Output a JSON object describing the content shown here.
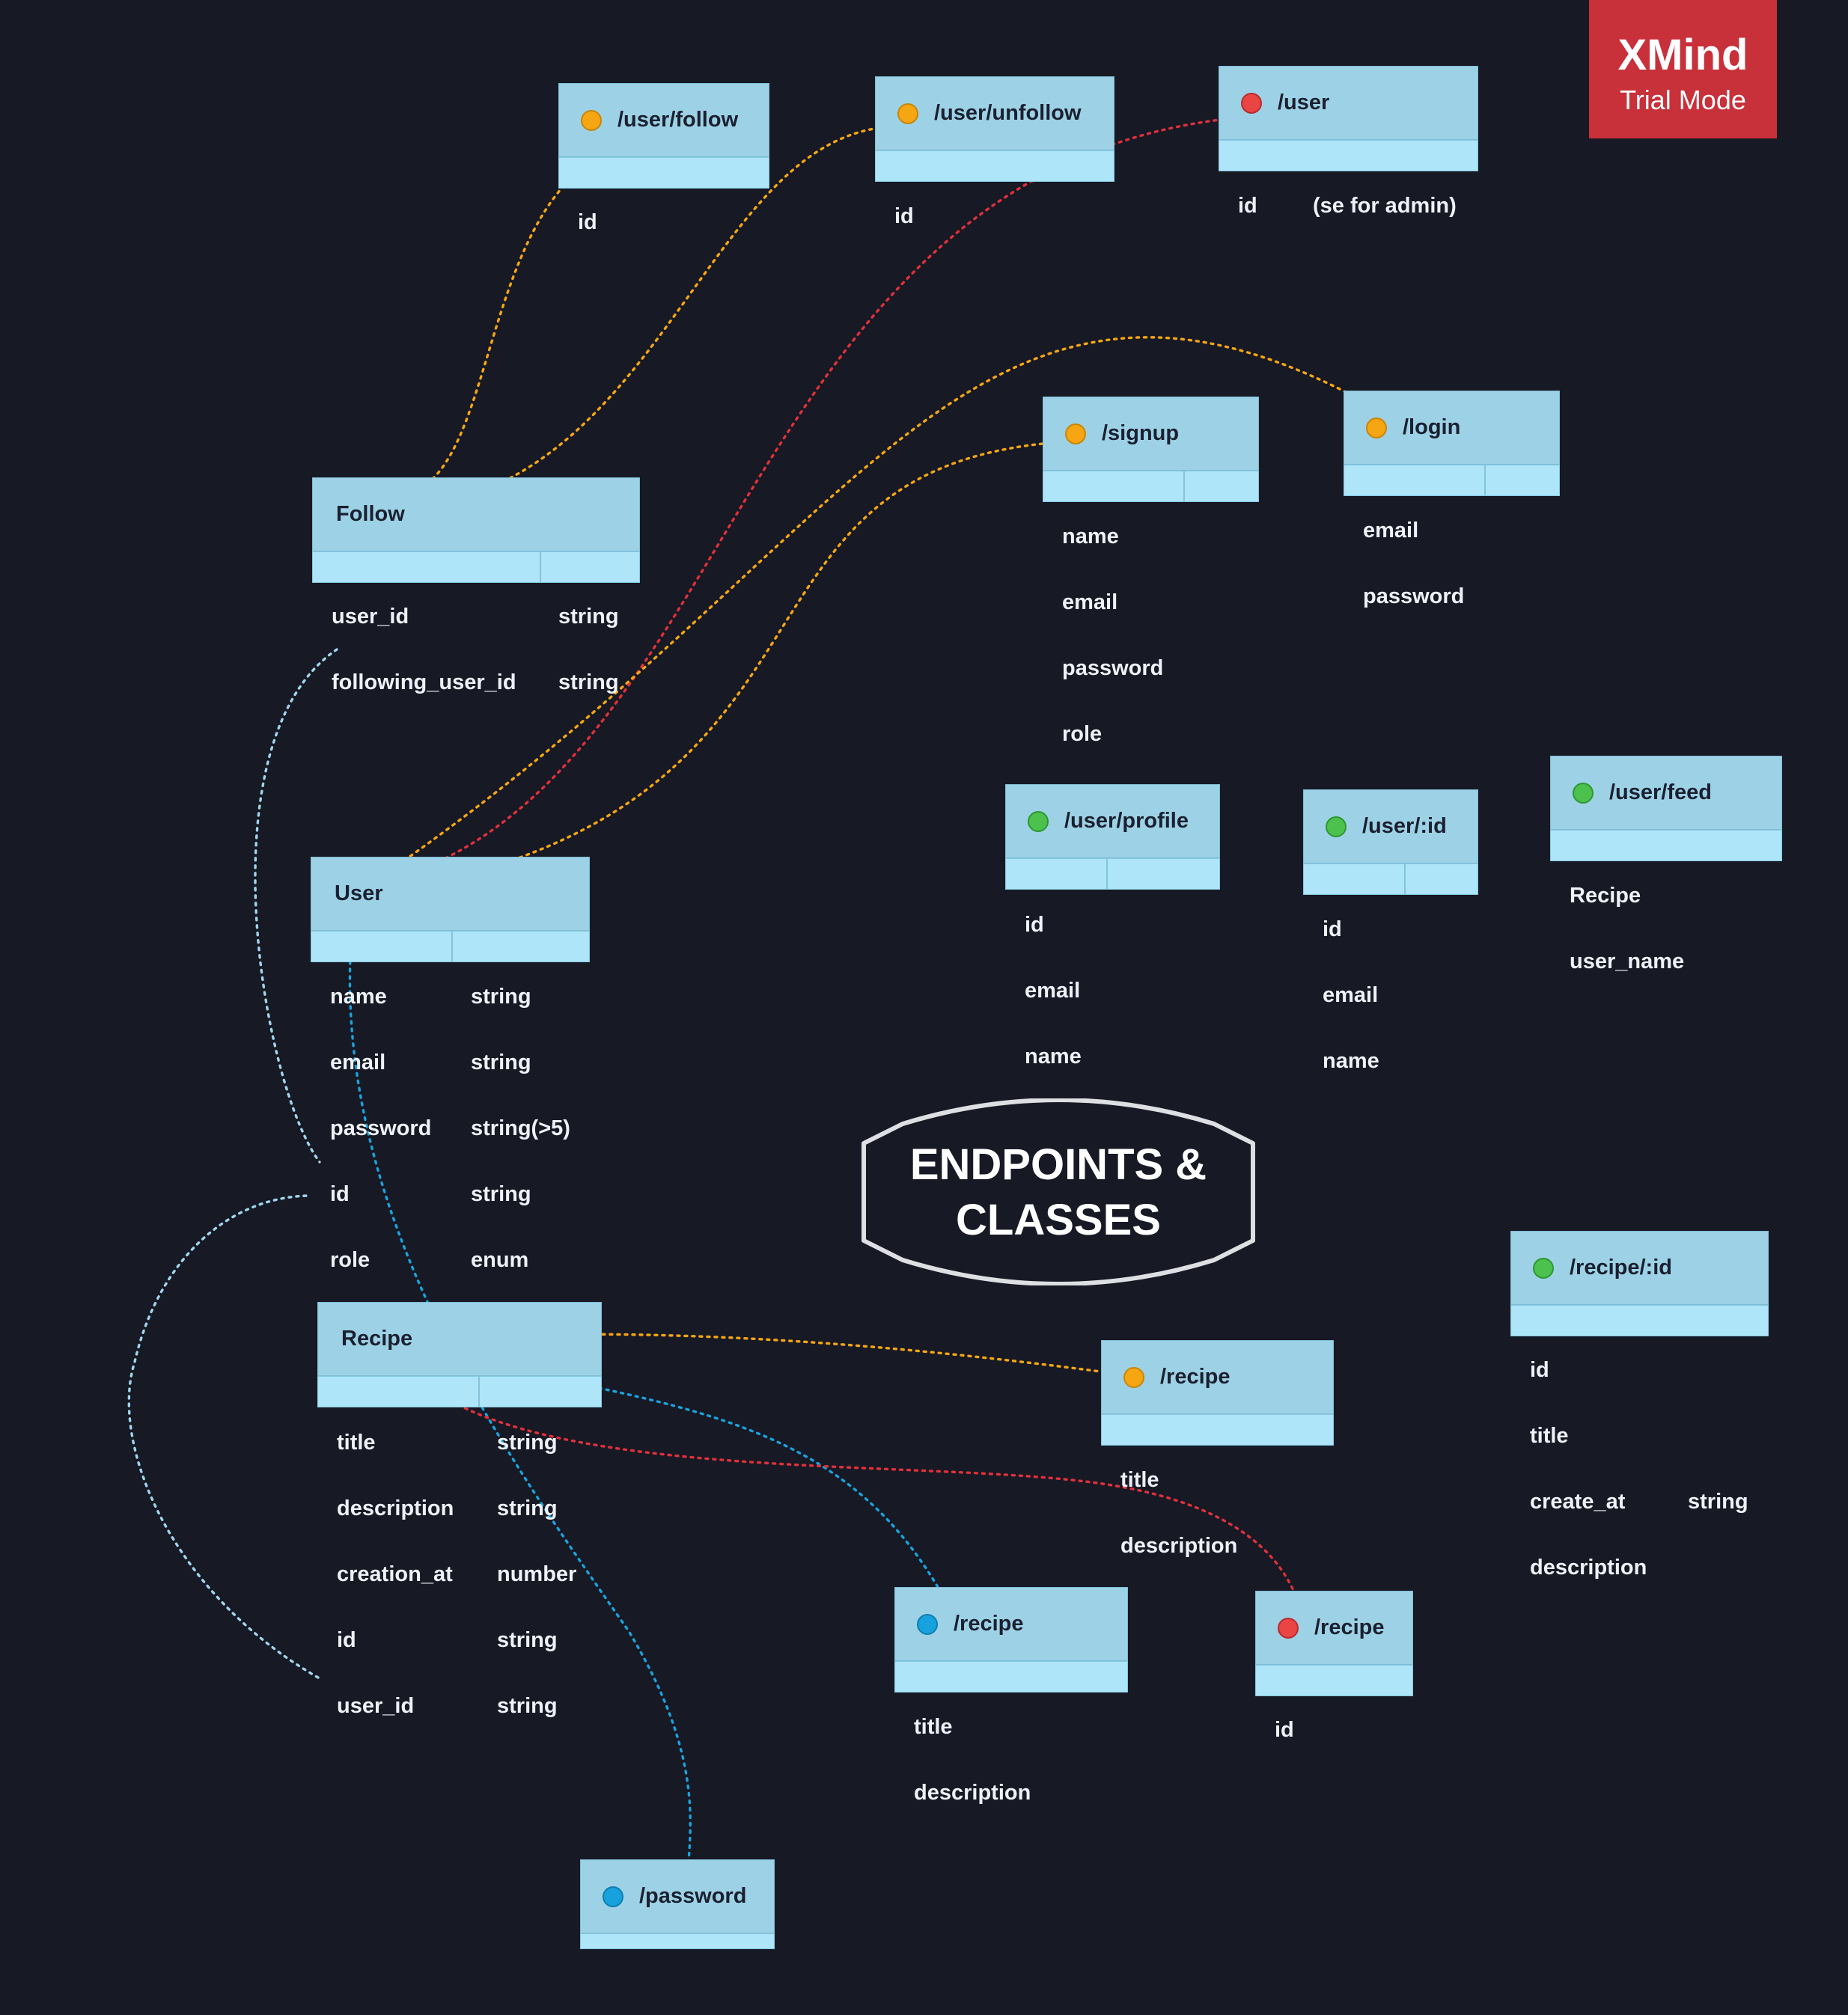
{
  "center_title": "ENDPOINTS &\nCLASSES",
  "watermark": {
    "brand": "XMind",
    "mode": "Trial Mode",
    "color": "#c8303a"
  },
  "status_colors": {
    "orange": "#f5a612",
    "red": "#ea4444",
    "green": "#4cc14e",
    "blue": "#17a2de"
  },
  "link_colors": {
    "orange": "#f5a612",
    "red": "#e0313a",
    "blue": "#1aa3dc",
    "lightblue": "#9fd6ec"
  },
  "classes": {
    "follow": {
      "title": "Follow",
      "fields": [
        {
          "name": "user_id",
          "type": "string"
        },
        {
          "name": "following_user_id",
          "type": "string"
        }
      ]
    },
    "user": {
      "title": "User",
      "fields": [
        {
          "name": "name",
          "type": "string"
        },
        {
          "name": "email",
          "type": "string"
        },
        {
          "name": "password",
          "type": "string(>5)"
        },
        {
          "name": "id",
          "type": "string"
        },
        {
          "name": "role",
          "type": "enum"
        }
      ]
    },
    "recipe": {
      "title": "Recipe",
      "fields": [
        {
          "name": "title",
          "type": "string"
        },
        {
          "name": "description",
          "type": "string"
        },
        {
          "name": "creation_at",
          "type": "number"
        },
        {
          "name": "id",
          "type": "string"
        },
        {
          "name": "user_id",
          "type": "string"
        }
      ]
    }
  },
  "endpoints": {
    "user_follow": {
      "title": "/user/follow",
      "status": "orange",
      "fields": [
        "id"
      ]
    },
    "user_unfollow": {
      "title": "/user/unfollow",
      "status": "orange",
      "fields": [
        "id"
      ]
    },
    "user_delete": {
      "title": "/user",
      "status": "red",
      "fields": [
        "id"
      ],
      "note": "(se for admin)"
    },
    "signup": {
      "title": "/signup",
      "status": "orange",
      "fields": [
        "name",
        "email",
        "password",
        "role"
      ]
    },
    "login": {
      "title": "/login",
      "status": "orange",
      "fields": [
        "email",
        "password"
      ]
    },
    "user_profile": {
      "title": "/user/profile",
      "status": "green",
      "fields": [
        "id",
        "email",
        "name"
      ]
    },
    "user_id": {
      "title": "/user/:id",
      "status": "green",
      "fields": [
        "id",
        "email",
        "name"
      ]
    },
    "user_feed": {
      "title": "/user/feed",
      "status": "green",
      "fields": [
        "Recipe",
        "user_name"
      ]
    },
    "recipe_id": {
      "title": "/recipe/:id",
      "status": "green",
      "fields": [
        "id",
        "title",
        "create_at",
        "description"
      ],
      "field_type": "string"
    },
    "recipe_post": {
      "title": "/recipe",
      "status": "orange",
      "fields": [
        "title",
        "description"
      ]
    },
    "recipe_put": {
      "title": "/recipe",
      "status": "blue",
      "fields": [
        "title",
        "description"
      ]
    },
    "recipe_delete": {
      "title": "/recipe",
      "status": "red",
      "fields": [
        "id"
      ]
    },
    "password": {
      "title": "/password",
      "status": "blue",
      "fields": []
    }
  }
}
